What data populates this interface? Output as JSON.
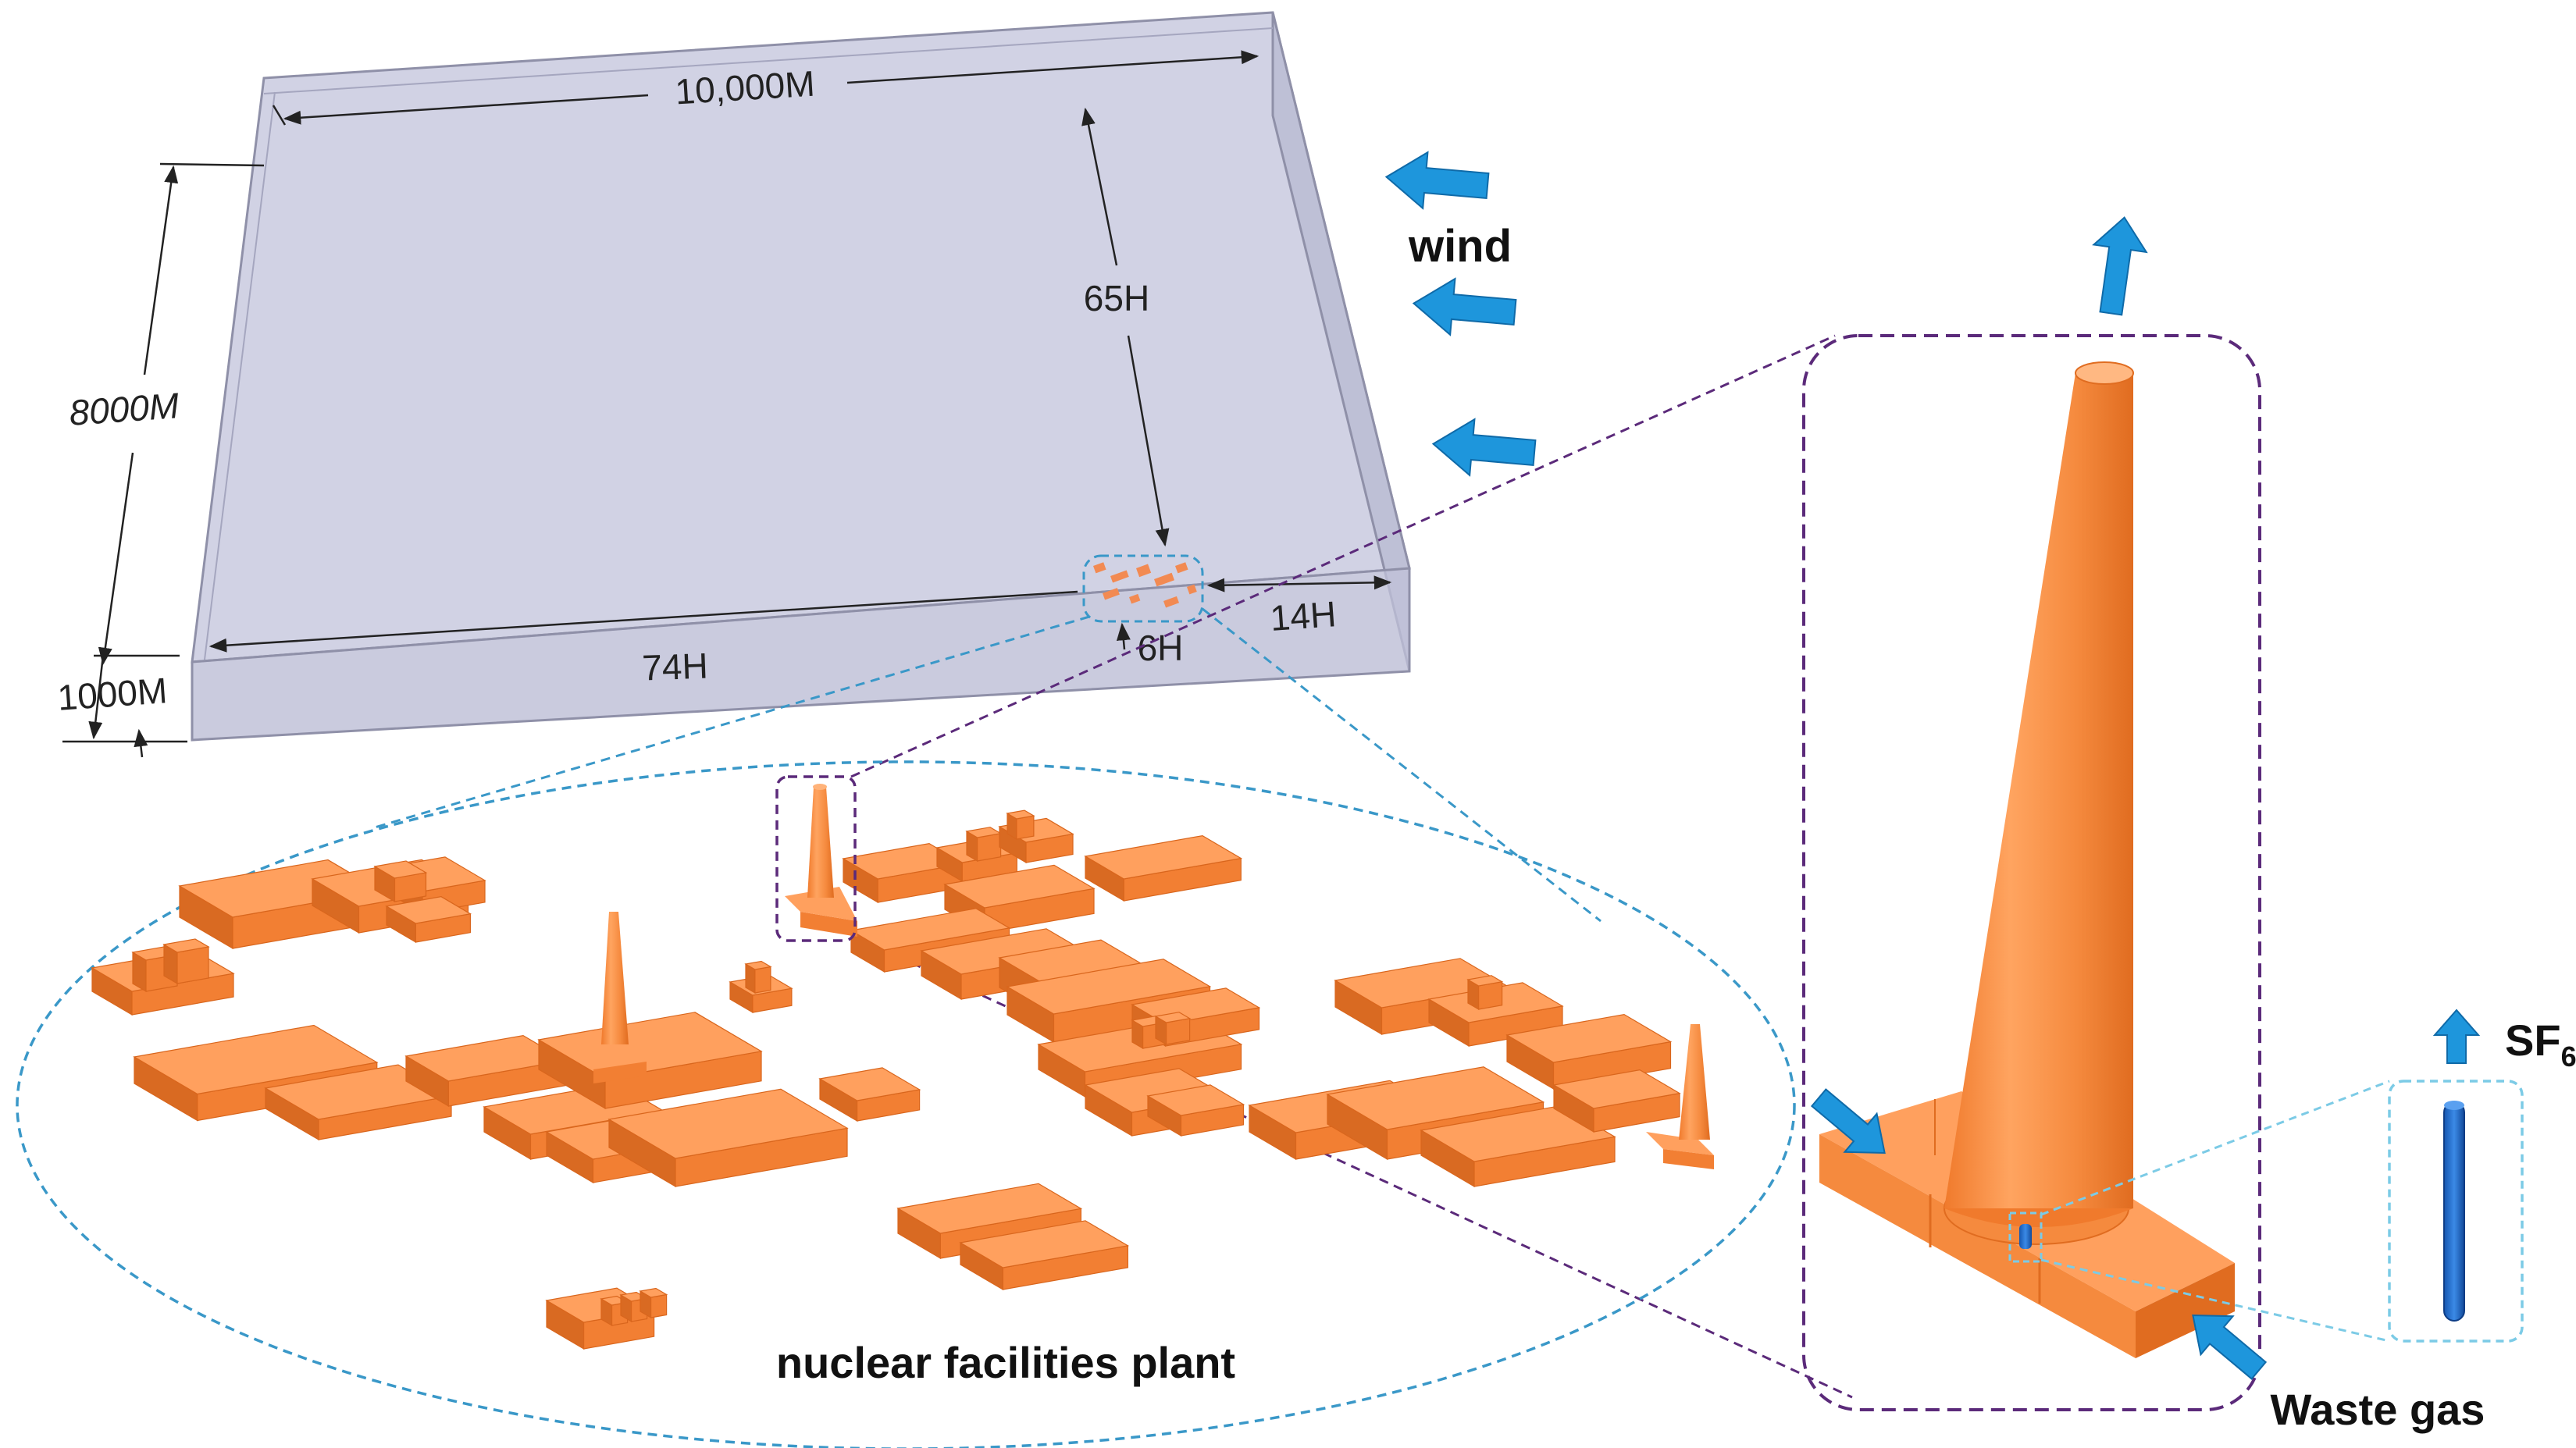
{
  "domain_box": {
    "width_label": "10,000M",
    "depth_label": "8000M",
    "height_label": "1000M",
    "upstream_label": "65H",
    "downstream_label": "74H",
    "lateral_label": "14H",
    "vertical_label": "6H"
  },
  "wind_label": "wind",
  "plant_label": "nuclear facilities plant",
  "stack": {
    "inlet_label": "Waste gas",
    "tracer_label": "SF",
    "tracer_subscript": "6"
  },
  "colors": {
    "domain_fill": "#c9cadf",
    "domain_edge": "#8f90a8",
    "building_top": "#ffa05e",
    "building_side": "#f27f33",
    "building_dark": "#d96a22",
    "arrow_blue": "#1e96dc",
    "callout_blue": "#3a98c8",
    "callout_purple": "#5b2a7a",
    "tracer_blue": "#1e6fd0",
    "tracer_callout": "#7ccbe6"
  }
}
